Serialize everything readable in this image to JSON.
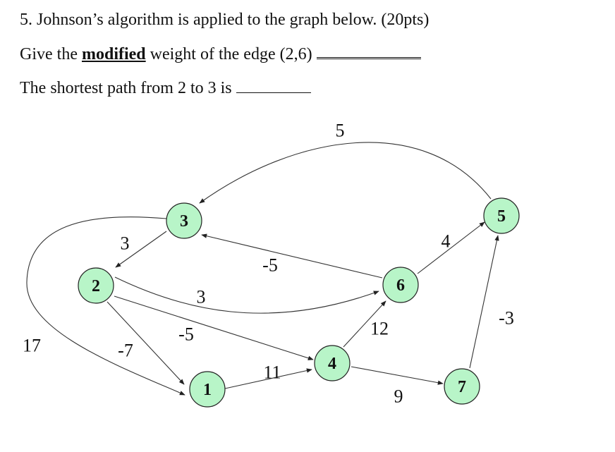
{
  "question": {
    "line1": "5. Johnson’s algorithm is applied to the graph below. (20pts)",
    "line2_prefix": "Give the ",
    "line2_bold": "modified",
    "line2_suffix": " weight of  the edge (2,6) ",
    "line3": "The shortest path  from  2 to 3 is "
  },
  "graph": {
    "nodes": [
      "3",
      "2",
      "1",
      "4",
      "6",
      "5",
      "7"
    ],
    "edges": [
      {
        "from": "5",
        "to": "3",
        "weight": "5"
      },
      {
        "from": "3",
        "to": "2",
        "weight": "3"
      },
      {
        "from": "6",
        "to": "3",
        "weight": "-5"
      },
      {
        "from": "2",
        "to": "6",
        "weight": "3"
      },
      {
        "from": "2",
        "to": "4",
        "weight": "-5"
      },
      {
        "from": "2",
        "to": "1",
        "weight": "-7"
      },
      {
        "from": "3",
        "to": "1",
        "weight": "17"
      },
      {
        "from": "1",
        "to": "4",
        "weight": "11"
      },
      {
        "from": "4",
        "to": "6",
        "weight": "12"
      },
      {
        "from": "6",
        "to": "5",
        "weight": "4"
      },
      {
        "from": "4",
        "to": "7",
        "weight": "9"
      },
      {
        "from": "7",
        "to": "5",
        "weight": "-3"
      }
    ]
  }
}
